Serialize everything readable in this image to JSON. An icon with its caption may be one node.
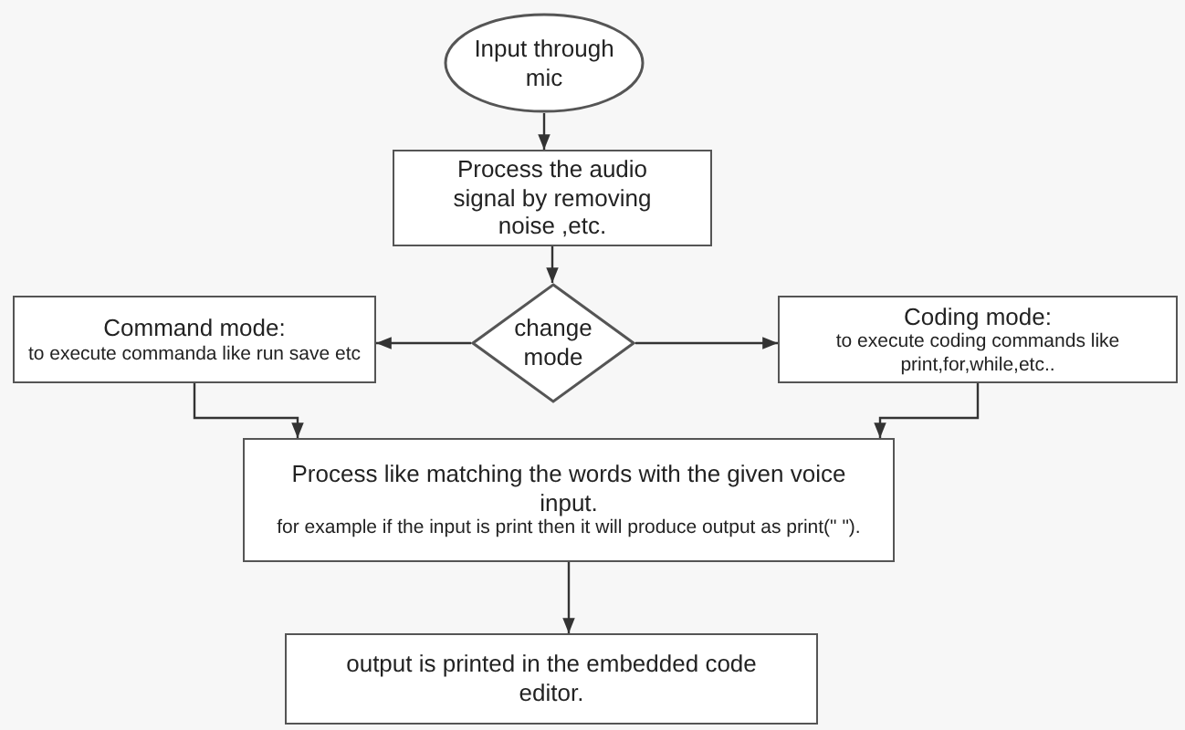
{
  "diagram": {
    "nodes": [
      {
        "text": [
          "Input through mic"
        ]
      },
      {
        "text": [
          "Process the audio signal by removing noise ,etc."
        ]
      },
      {
        "text": [
          "change mode"
        ]
      },
      {
        "text": [
          "Command mode:",
          "to execute commanda like run save etc"
        ]
      },
      {
        "text": [
          "Coding mode:",
          "to execute coding commands like print,for,while,etc.."
        ]
      },
      {
        "text": [
          "Process like matching the words with the given voice input.",
          "for example if the input is print then it will produce output as print(\" \")."
        ]
      },
      {
        "text": [
          "output is printed in the embedded code editor."
        ]
      }
    ],
    "edges": [
      {
        "from": 0,
        "to": 1,
        "arrow": "to"
      },
      {
        "from": 1,
        "to": 2,
        "arrow": "to"
      },
      {
        "from": 2,
        "to": 3,
        "arrow": "to"
      },
      {
        "from": 2,
        "to": 4,
        "arrow": "to"
      },
      {
        "from": 3,
        "to": 5,
        "arrow": "to"
      },
      {
        "from": 4,
        "to": 5,
        "arrow": "to"
      },
      {
        "from": 5,
        "to": 6,
        "arrow": "to"
      }
    ]
  }
}
